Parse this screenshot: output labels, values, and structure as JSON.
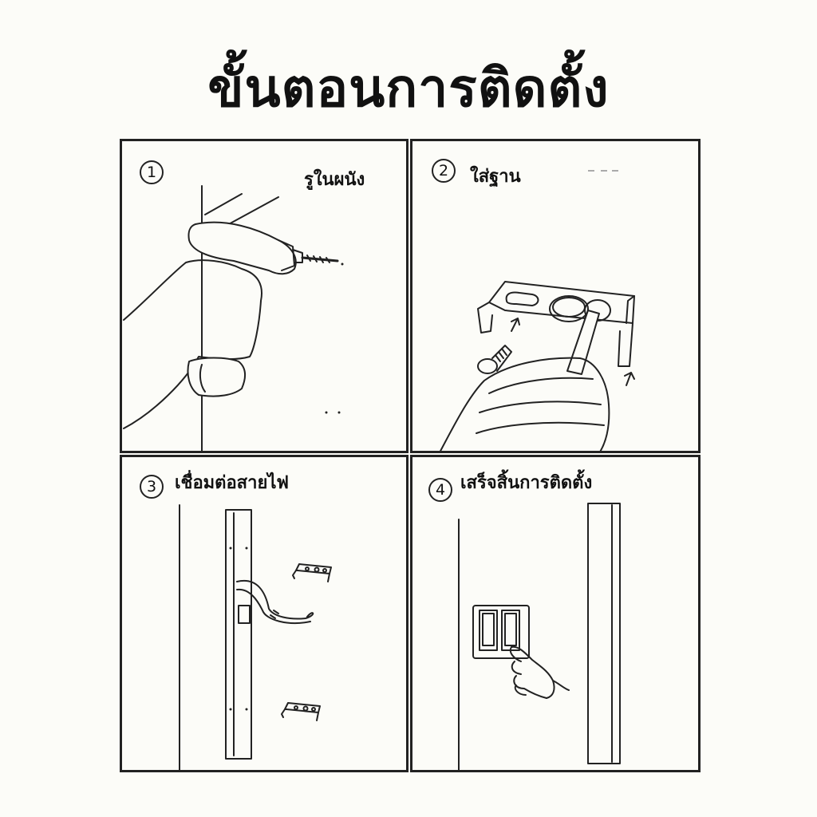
{
  "title": "ขั้นตอนการติดตั้ง",
  "steps": [
    {
      "number": "1",
      "label": "รูในผนัง"
    },
    {
      "number": "2",
      "label": "ใส่ฐาน"
    },
    {
      "number": "3",
      "label": "เชื่อมต่อสายไฟ"
    },
    {
      "number": "4",
      "label": "เสร็จสิ้นการติดตั้ง"
    }
  ]
}
